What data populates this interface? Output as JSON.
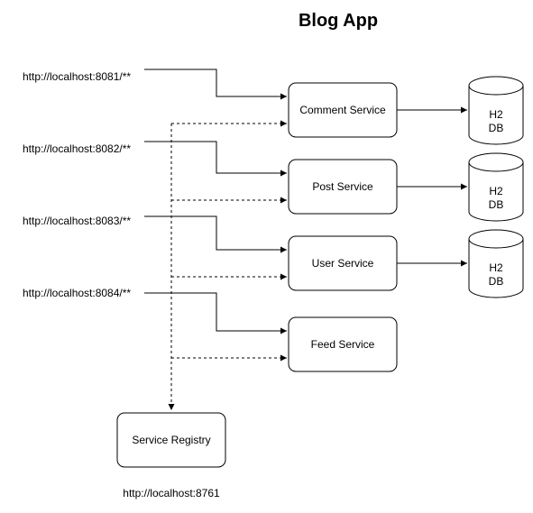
{
  "title": "Blog App",
  "routes": [
    "http://localhost:8081/**",
    "http://localhost:8082/**",
    "http://localhost:8083/**",
    "http://localhost:8084/**"
  ],
  "services": [
    "Comment Service",
    "Post Service",
    "User Service",
    "Feed Service"
  ],
  "databases": [
    {
      "line1": "H2",
      "line2": "DB"
    },
    {
      "line1": "H2",
      "line2": "DB"
    },
    {
      "line1": "H2",
      "line2": "DB"
    }
  ],
  "registry": {
    "label": "Service Registry",
    "url": "http://localhost:8761"
  }
}
